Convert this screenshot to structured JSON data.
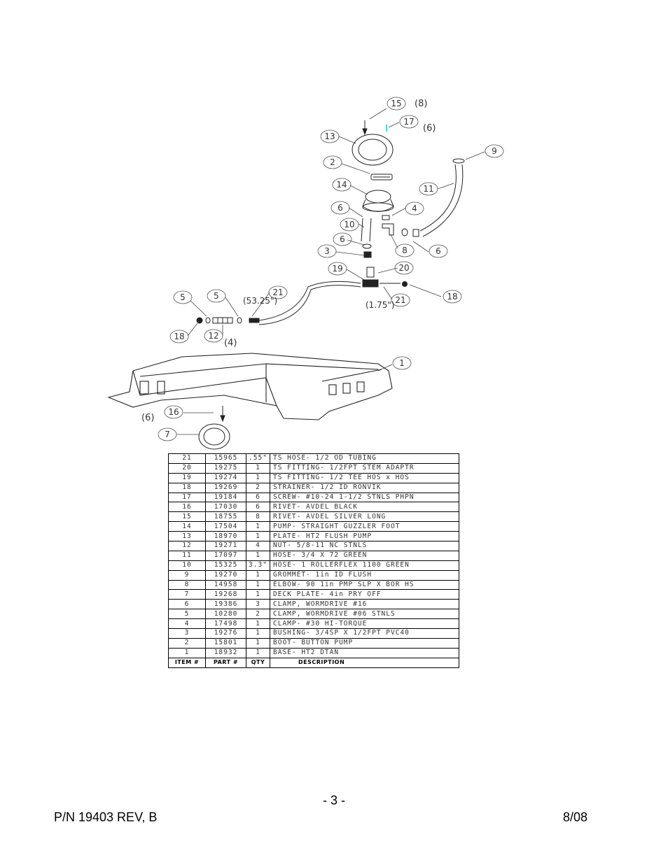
{
  "drawing": {
    "callouts": [
      "1",
      "2",
      "3",
      "4",
      "5",
      "5",
      "6",
      "6",
      "6",
      "7",
      "8",
      "9",
      "10",
      "11",
      "12",
      "13",
      "14",
      "15",
      "16",
      "17",
      "18",
      "18",
      "19",
      "20",
      "21",
      "21"
    ],
    "quantity_notes": [
      "(8)",
      "(6)",
      "(6)",
      "(4)"
    ],
    "dimension_notes": [
      "(53.25\")",
      "(1.75\")"
    ]
  },
  "parts_table": {
    "header": {
      "item": "ITEM #",
      "part": "PART #",
      "qty": "QTY",
      "description": "DESCRIPTION"
    },
    "rows": [
      {
        "item": "21",
        "part": "15965",
        "qty": ".55\"",
        "description": "TS HOSE- 1/2 OD TUBING"
      },
      {
        "item": "20",
        "part": "19275",
        "qty": "1",
        "description": "TS FITTING- 1/2FPT STEM ADAPTR"
      },
      {
        "item": "19",
        "part": "19274",
        "qty": "1",
        "description": "TS FITTING- 1/2 TEE HOS x HOS"
      },
      {
        "item": "18",
        "part": "19269",
        "qty": "2",
        "description": "STRAINER- 1/2 ID RONVIK"
      },
      {
        "item": "17",
        "part": "19184",
        "qty": "6",
        "description": "SCREW- #10-24 1-1/2 STNLS PHPN"
      },
      {
        "item": "16",
        "part": "17030",
        "qty": "6",
        "description": "RIVET- AVDEL BLACK"
      },
      {
        "item": "15",
        "part": "18755",
        "qty": "8",
        "description": "RIVET- AVDEL SILVER LONG"
      },
      {
        "item": "14",
        "part": "17504",
        "qty": "1",
        "description": "PUMP- STRAIGHT GUZZLER FOOT"
      },
      {
        "item": "13",
        "part": "18970",
        "qty": "1",
        "description": "PLATE- HT2 FLUSH PUMP"
      },
      {
        "item": "12",
        "part": "19271",
        "qty": "4",
        "description": "NUT- 5/8-11 NC STNLS"
      },
      {
        "item": "11",
        "part": "17097",
        "qty": "1",
        "description": "HOSE- 3/4 X 72 GREEN"
      },
      {
        "item": "10",
        "part": "15325",
        "qty": "3.3\"",
        "description": "HOSE- 1 ROLLERFLEX 1100 GREEN"
      },
      {
        "item": "9",
        "part": "19270",
        "qty": "1",
        "description": "GROMMET- 1in ID FLUSH"
      },
      {
        "item": "8",
        "part": "14958",
        "qty": "1",
        "description": "ELBOW- 90 1in PMP SLP X BOR HS"
      },
      {
        "item": "7",
        "part": "19268",
        "qty": "1",
        "description": "DECK PLATE- 4in PRY OFF"
      },
      {
        "item": "6",
        "part": "19386",
        "qty": "3",
        "description": "CLAMP, WORMDRIVE #16"
      },
      {
        "item": "5",
        "part": "10280",
        "qty": "2",
        "description": "CLAMP, WORMDRIVE #06 STNLS"
      },
      {
        "item": "4",
        "part": "17498",
        "qty": "1",
        "description": "CLAMP- #30 HI-TORQUE"
      },
      {
        "item": "3",
        "part": "19276",
        "qty": "1",
        "description": "BUSHING- 3/4SP X 1/2FPT PVC40"
      },
      {
        "item": "2",
        "part": "15801",
        "qty": "1",
        "description": "BOOT- BUTTON PUMP"
      },
      {
        "item": "1",
        "part": "18932",
        "qty": "1",
        "description": "BASE- HT2 DTAN"
      }
    ]
  },
  "footer": {
    "page_number": "- 3 -",
    "part_number": "P/N 19403 REV, B",
    "date": "8/08"
  }
}
